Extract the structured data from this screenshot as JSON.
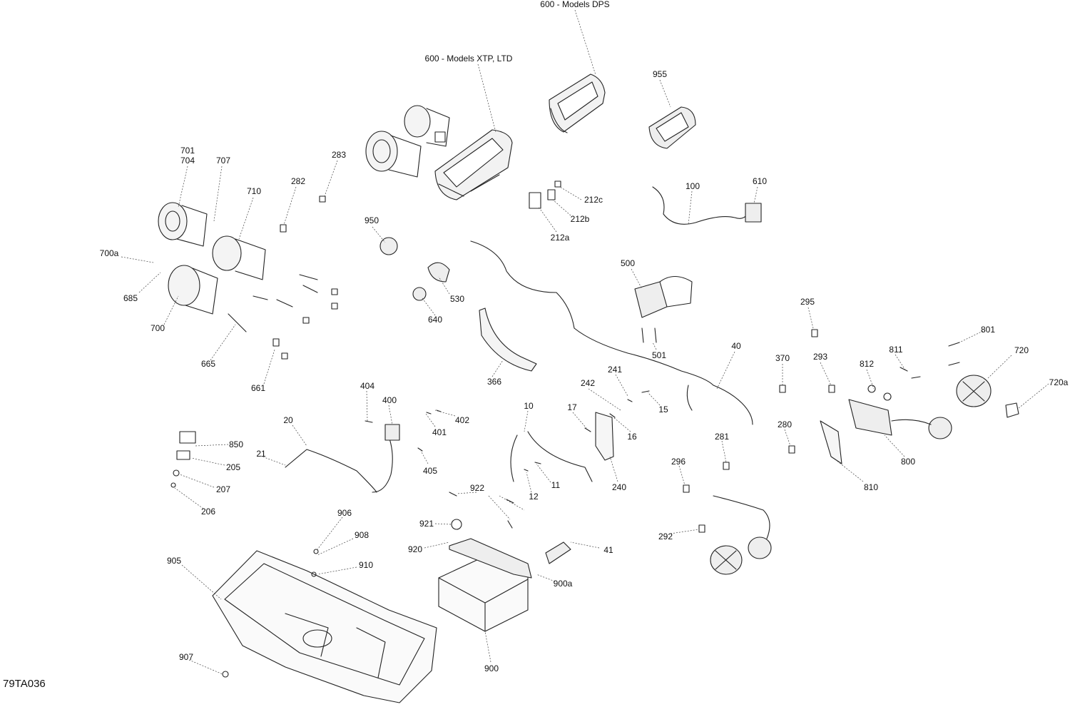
{
  "figure_id": "79TA036",
  "callouts": [
    {
      "id": "c600dps",
      "text": "600 - Models DPS"
    },
    {
      "id": "c600xtp",
      "text": "600 - Models XTP, LTD"
    },
    {
      "id": "c955",
      "text": "955"
    },
    {
      "id": "c701",
      "text": "701"
    },
    {
      "id": "c704",
      "text": "704"
    },
    {
      "id": "c707",
      "text": "707"
    },
    {
      "id": "c283",
      "text": "283"
    },
    {
      "id": "c282",
      "text": "282"
    },
    {
      "id": "c710",
      "text": "710"
    },
    {
      "id": "c700a",
      "text": "700a"
    },
    {
      "id": "c685",
      "text": "685"
    },
    {
      "id": "c700",
      "text": "700"
    },
    {
      "id": "c665",
      "text": "665"
    },
    {
      "id": "c661",
      "text": "661"
    },
    {
      "id": "c950",
      "text": "950"
    },
    {
      "id": "c530",
      "text": "530"
    },
    {
      "id": "c640",
      "text": "640"
    },
    {
      "id": "c212c",
      "text": "212c"
    },
    {
      "id": "c212b",
      "text": "212b"
    },
    {
      "id": "c212a",
      "text": "212a"
    },
    {
      "id": "c100",
      "text": "100"
    },
    {
      "id": "c610",
      "text": "610"
    },
    {
      "id": "c500",
      "text": "500"
    },
    {
      "id": "c501",
      "text": "501"
    },
    {
      "id": "c40",
      "text": "40"
    },
    {
      "id": "c366",
      "text": "366"
    },
    {
      "id": "c295",
      "text": "295"
    },
    {
      "id": "c801",
      "text": "801"
    },
    {
      "id": "c720",
      "text": "720"
    },
    {
      "id": "c720a",
      "text": "720a"
    },
    {
      "id": "c811",
      "text": "811"
    },
    {
      "id": "c812",
      "text": "812"
    },
    {
      "id": "c370",
      "text": "370"
    },
    {
      "id": "c293",
      "text": "293"
    },
    {
      "id": "c241",
      "text": "241"
    },
    {
      "id": "c242",
      "text": "242"
    },
    {
      "id": "c15",
      "text": "15"
    },
    {
      "id": "c16",
      "text": "16"
    },
    {
      "id": "c17",
      "text": "17"
    },
    {
      "id": "c240",
      "text": "240"
    },
    {
      "id": "c404",
      "text": "404"
    },
    {
      "id": "c400",
      "text": "400"
    },
    {
      "id": "c402",
      "text": "402"
    },
    {
      "id": "c401",
      "text": "401"
    },
    {
      "id": "c405",
      "text": "405"
    },
    {
      "id": "c20",
      "text": "20"
    },
    {
      "id": "c21",
      "text": "21"
    },
    {
      "id": "c850",
      "text": "850"
    },
    {
      "id": "c205",
      "text": "205"
    },
    {
      "id": "c207",
      "text": "207"
    },
    {
      "id": "c206",
      "text": "206"
    },
    {
      "id": "c10",
      "text": "10"
    },
    {
      "id": "c11",
      "text": "11"
    },
    {
      "id": "c12",
      "text": "12"
    },
    {
      "id": "c922",
      "text": "922"
    },
    {
      "id": "c921",
      "text": "921"
    },
    {
      "id": "c920",
      "text": "920"
    },
    {
      "id": "c41",
      "text": "41"
    },
    {
      "id": "c900a",
      "text": "900a"
    },
    {
      "id": "c900",
      "text": "900"
    },
    {
      "id": "c906",
      "text": "906"
    },
    {
      "id": "c908",
      "text": "908"
    },
    {
      "id": "c910",
      "text": "910"
    },
    {
      "id": "c905",
      "text": "905"
    },
    {
      "id": "c907",
      "text": "907"
    },
    {
      "id": "c281",
      "text": "281"
    },
    {
      "id": "c280",
      "text": "280"
    },
    {
      "id": "c296",
      "text": "296"
    },
    {
      "id": "c292",
      "text": "292"
    },
    {
      "id": "c800",
      "text": "800"
    },
    {
      "id": "c810",
      "text": "810"
    }
  ]
}
